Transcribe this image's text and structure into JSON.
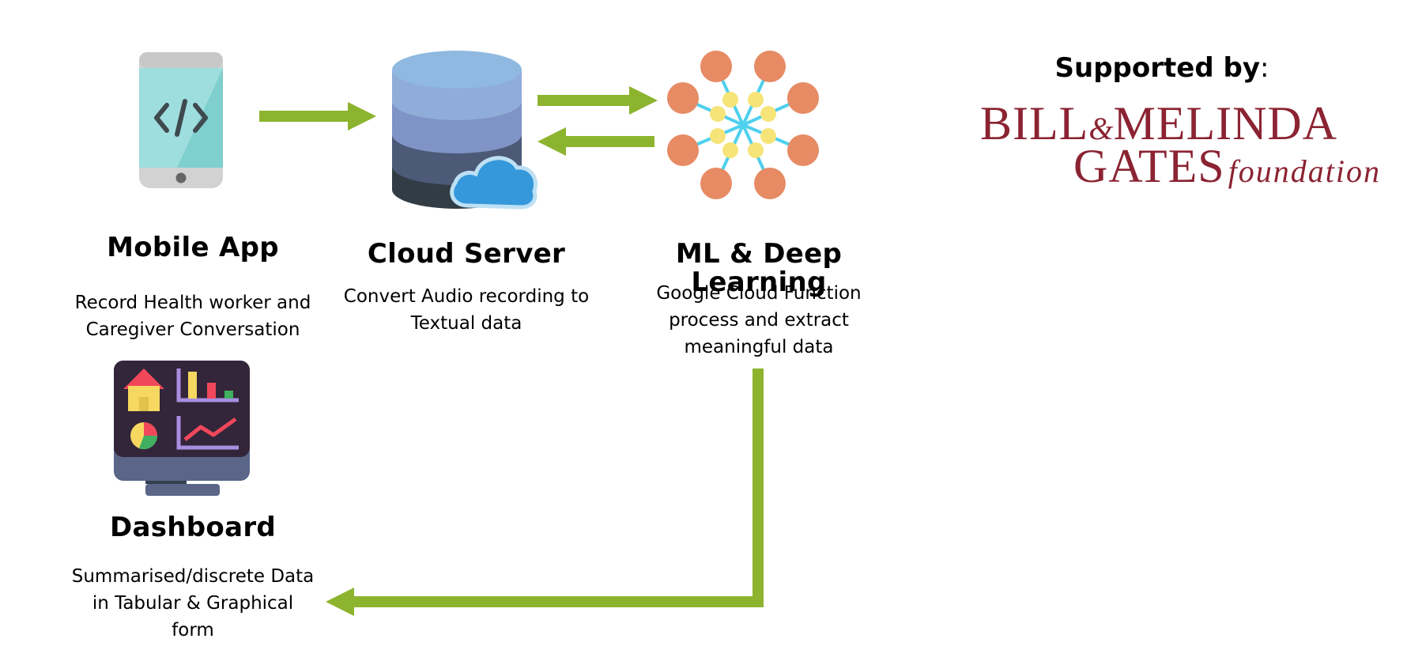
{
  "nodes": {
    "mobile": {
      "title": "Mobile App",
      "desc_line1": "Record Health worker and",
      "desc_line2": "Caregiver Conversation",
      "icon": "mobile-code-icon"
    },
    "cloud": {
      "title": "Cloud Server",
      "desc_line1": "Convert Audio recording to",
      "desc_line2": "Textual data",
      "icon": "cloud-database-icon"
    },
    "ml": {
      "title_line1": "ML & Deep",
      "title_line2": "Learning",
      "desc_line1": "Google Cloud Function",
      "desc_line2": "process and extract",
      "desc_line3": "meaningful  data",
      "icon": "neural-network-icon"
    },
    "dashboard": {
      "title": "Dashboard",
      "desc_line1": "Summarised/discrete Data",
      "desc_line2": "in Tabular & Graphical",
      "desc_line3": "form",
      "icon": "dashboard-monitor-icon"
    }
  },
  "sponsor": {
    "label": "Supported by",
    "colon": ":",
    "logo_bill": "BILL",
    "logo_amp": "&",
    "logo_melinda": "MELINDA",
    "logo_gates": "GATES",
    "logo_foundation": "foundation"
  },
  "colors": {
    "arrow": "#8db42e",
    "orange_node": "#e68b64",
    "yellow_node": "#f6e479",
    "cyan_link": "#4fd0ee",
    "gates_red": "#8b2332"
  }
}
